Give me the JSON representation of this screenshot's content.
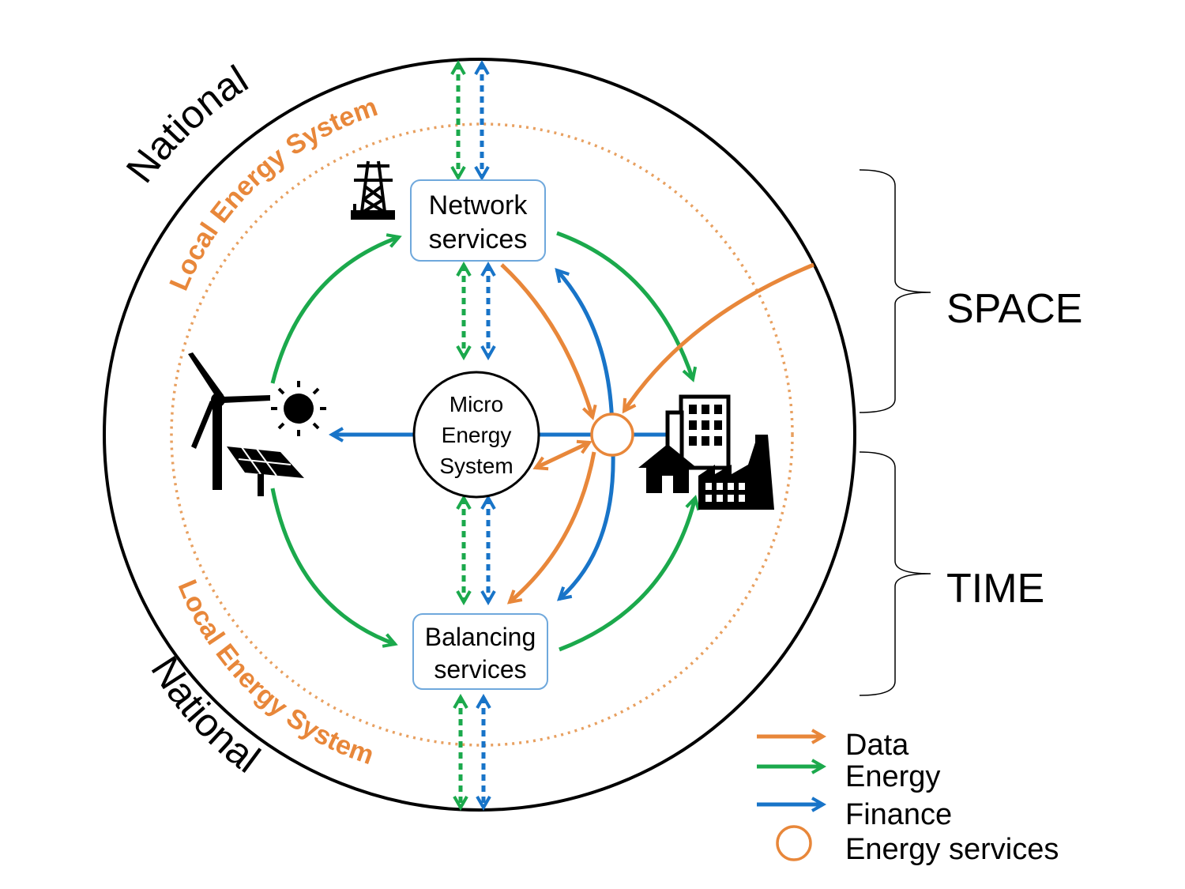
{
  "labels": {
    "national_top": "National",
    "national_bottom": "National",
    "local_top": "Local Energy System",
    "local_bottom": "Local Energy System",
    "network_line1": "Network",
    "network_line2": "services",
    "balancing_line1": "Balancing",
    "balancing_line2": "services",
    "micro_line1": "Micro",
    "micro_line2": "Energy",
    "micro_line3": "System",
    "space": "SPACE",
    "time": "TIME"
  },
  "legend": {
    "data": "Data",
    "energy": "Energy",
    "finance": "Finance",
    "energy_services": "Energy services"
  },
  "colors": {
    "data": "#E8873A",
    "energy": "#1BA94C",
    "finance": "#1874C8",
    "local_ring": "#E8A060",
    "box_border": "#6FA8DC"
  },
  "icons": {
    "pylon": "transmission-tower-icon",
    "renewables": "wind-solar-icon",
    "buildings": "city-buildings-icon"
  }
}
